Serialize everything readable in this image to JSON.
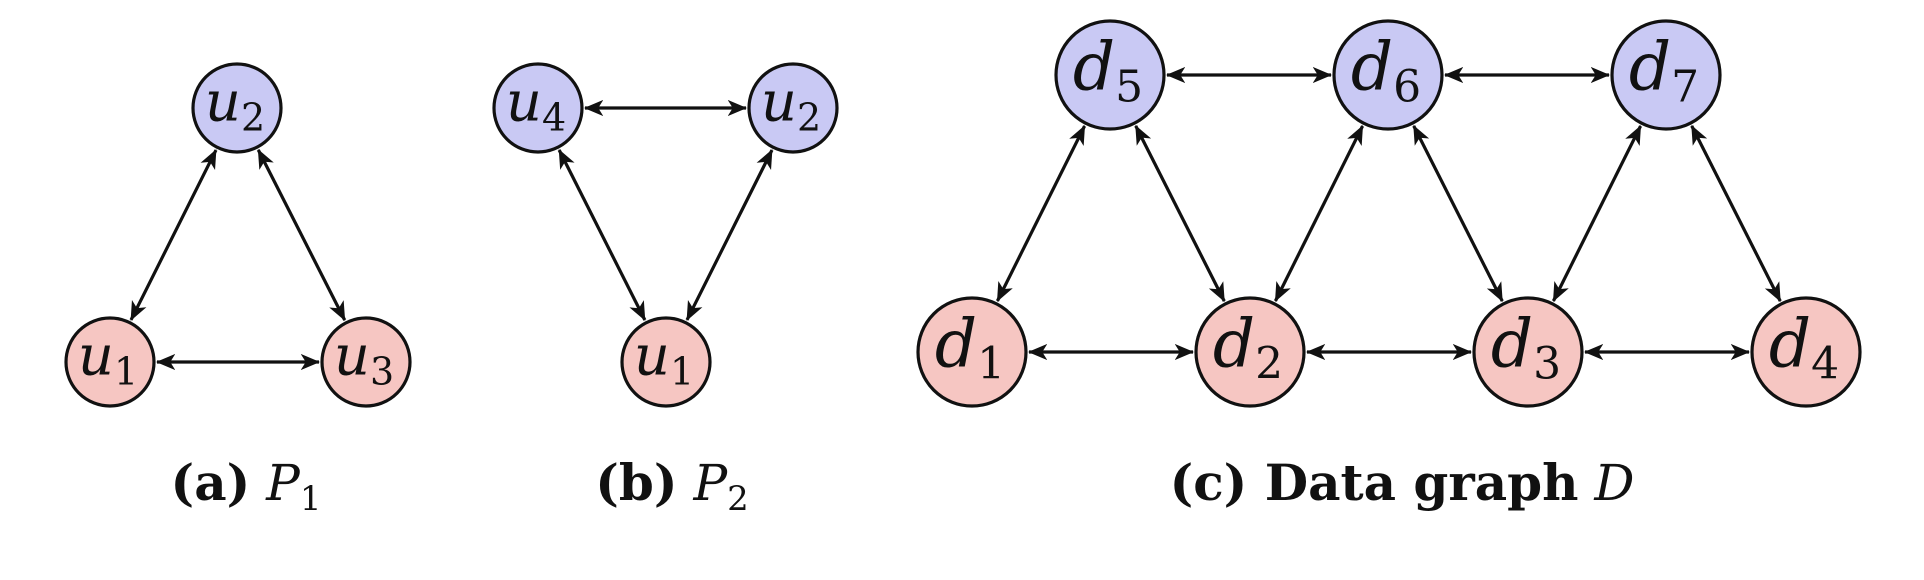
{
  "colors": {
    "blue_node": "#c9c9f4",
    "red_node": "#f6c6c2",
    "stroke": "#111111"
  },
  "graphs": [
    {
      "id": "p1",
      "caption": {
        "prefix": "(a)",
        "name": "P",
        "sub": "1"
      },
      "nodes": [
        {
          "id": "u2",
          "base": "u",
          "sub": "2",
          "color": "blue"
        },
        {
          "id": "u1",
          "base": "u",
          "sub": "1",
          "color": "red"
        },
        {
          "id": "u3",
          "base": "u",
          "sub": "3",
          "color": "red"
        }
      ],
      "edges": [
        [
          "u2",
          "u1"
        ],
        [
          "u2",
          "u3"
        ],
        [
          "u1",
          "u3"
        ]
      ]
    },
    {
      "id": "p2",
      "caption": {
        "prefix": "(b)",
        "name": "P",
        "sub": "2"
      },
      "nodes": [
        {
          "id": "u4",
          "base": "u",
          "sub": "4",
          "color": "blue"
        },
        {
          "id": "u2",
          "base": "u",
          "sub": "2",
          "color": "blue"
        },
        {
          "id": "u1",
          "base": "u",
          "sub": "1",
          "color": "red"
        }
      ],
      "edges": [
        [
          "u4",
          "u2"
        ],
        [
          "u4",
          "u1"
        ],
        [
          "u2",
          "u1"
        ]
      ]
    },
    {
      "id": "d",
      "caption": {
        "prefix": "(c) Data graph",
        "name": "D",
        "sub": ""
      },
      "nodes": [
        {
          "id": "d5",
          "base": "d",
          "sub": "5",
          "color": "blue"
        },
        {
          "id": "d6",
          "base": "d",
          "sub": "6",
          "color": "blue"
        },
        {
          "id": "d7",
          "base": "d",
          "sub": "7",
          "color": "blue"
        },
        {
          "id": "d1",
          "base": "d",
          "sub": "1",
          "color": "red"
        },
        {
          "id": "d2",
          "base": "d",
          "sub": "2",
          "color": "red"
        },
        {
          "id": "d3",
          "base": "d",
          "sub": "3",
          "color": "red"
        },
        {
          "id": "d4",
          "base": "d",
          "sub": "4",
          "color": "red"
        }
      ],
      "edges": [
        [
          "d5",
          "d6"
        ],
        [
          "d6",
          "d7"
        ],
        [
          "d1",
          "d2"
        ],
        [
          "d2",
          "d3"
        ],
        [
          "d3",
          "d4"
        ],
        [
          "d5",
          "d1"
        ],
        [
          "d5",
          "d2"
        ],
        [
          "d6",
          "d2"
        ],
        [
          "d6",
          "d3"
        ],
        [
          "d7",
          "d3"
        ],
        [
          "d7",
          "d4"
        ]
      ]
    }
  ]
}
